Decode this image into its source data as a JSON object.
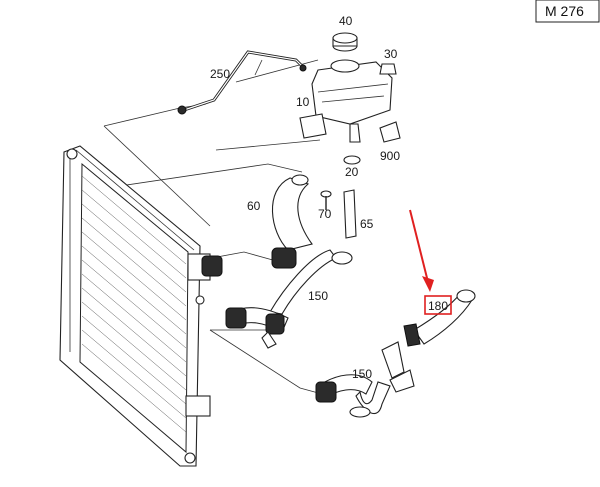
{
  "model_code": "M 276",
  "labels": {
    "p10": "10",
    "p20": "20",
    "p30": "30",
    "p40": "40",
    "p60": "60",
    "p65": "65",
    "p70": "70",
    "p150a": "150",
    "p150b": "150",
    "p180": "180",
    "p250": "250",
    "p900": "900"
  },
  "highlight": {
    "part": "180",
    "color": "#e02020"
  }
}
